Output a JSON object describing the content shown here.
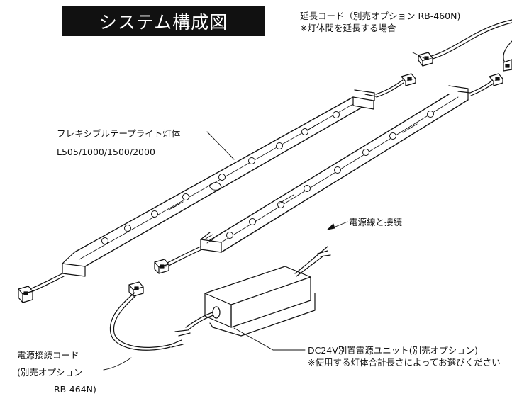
{
  "title": "システム構成図",
  "extension_cord": {
    "line1": "延長コード（別売オプション RB-460N)",
    "line2": "※灯体間を延長する場合"
  },
  "light_unit": {
    "line1": "フレキシブルテープライト灯体",
    "line2": "L505/1000/1500/2000"
  },
  "mains": {
    "line1": "電源線と接続"
  },
  "power_unit": {
    "line1": "DC24V別置電源ユニット(別売オプション)",
    "line2": "※使用する灯体合計長さによってお選びください"
  },
  "power_cord": {
    "line1": "電源接続コード",
    "line2": "(別売オプション",
    "line3": "RB-464N)"
  }
}
